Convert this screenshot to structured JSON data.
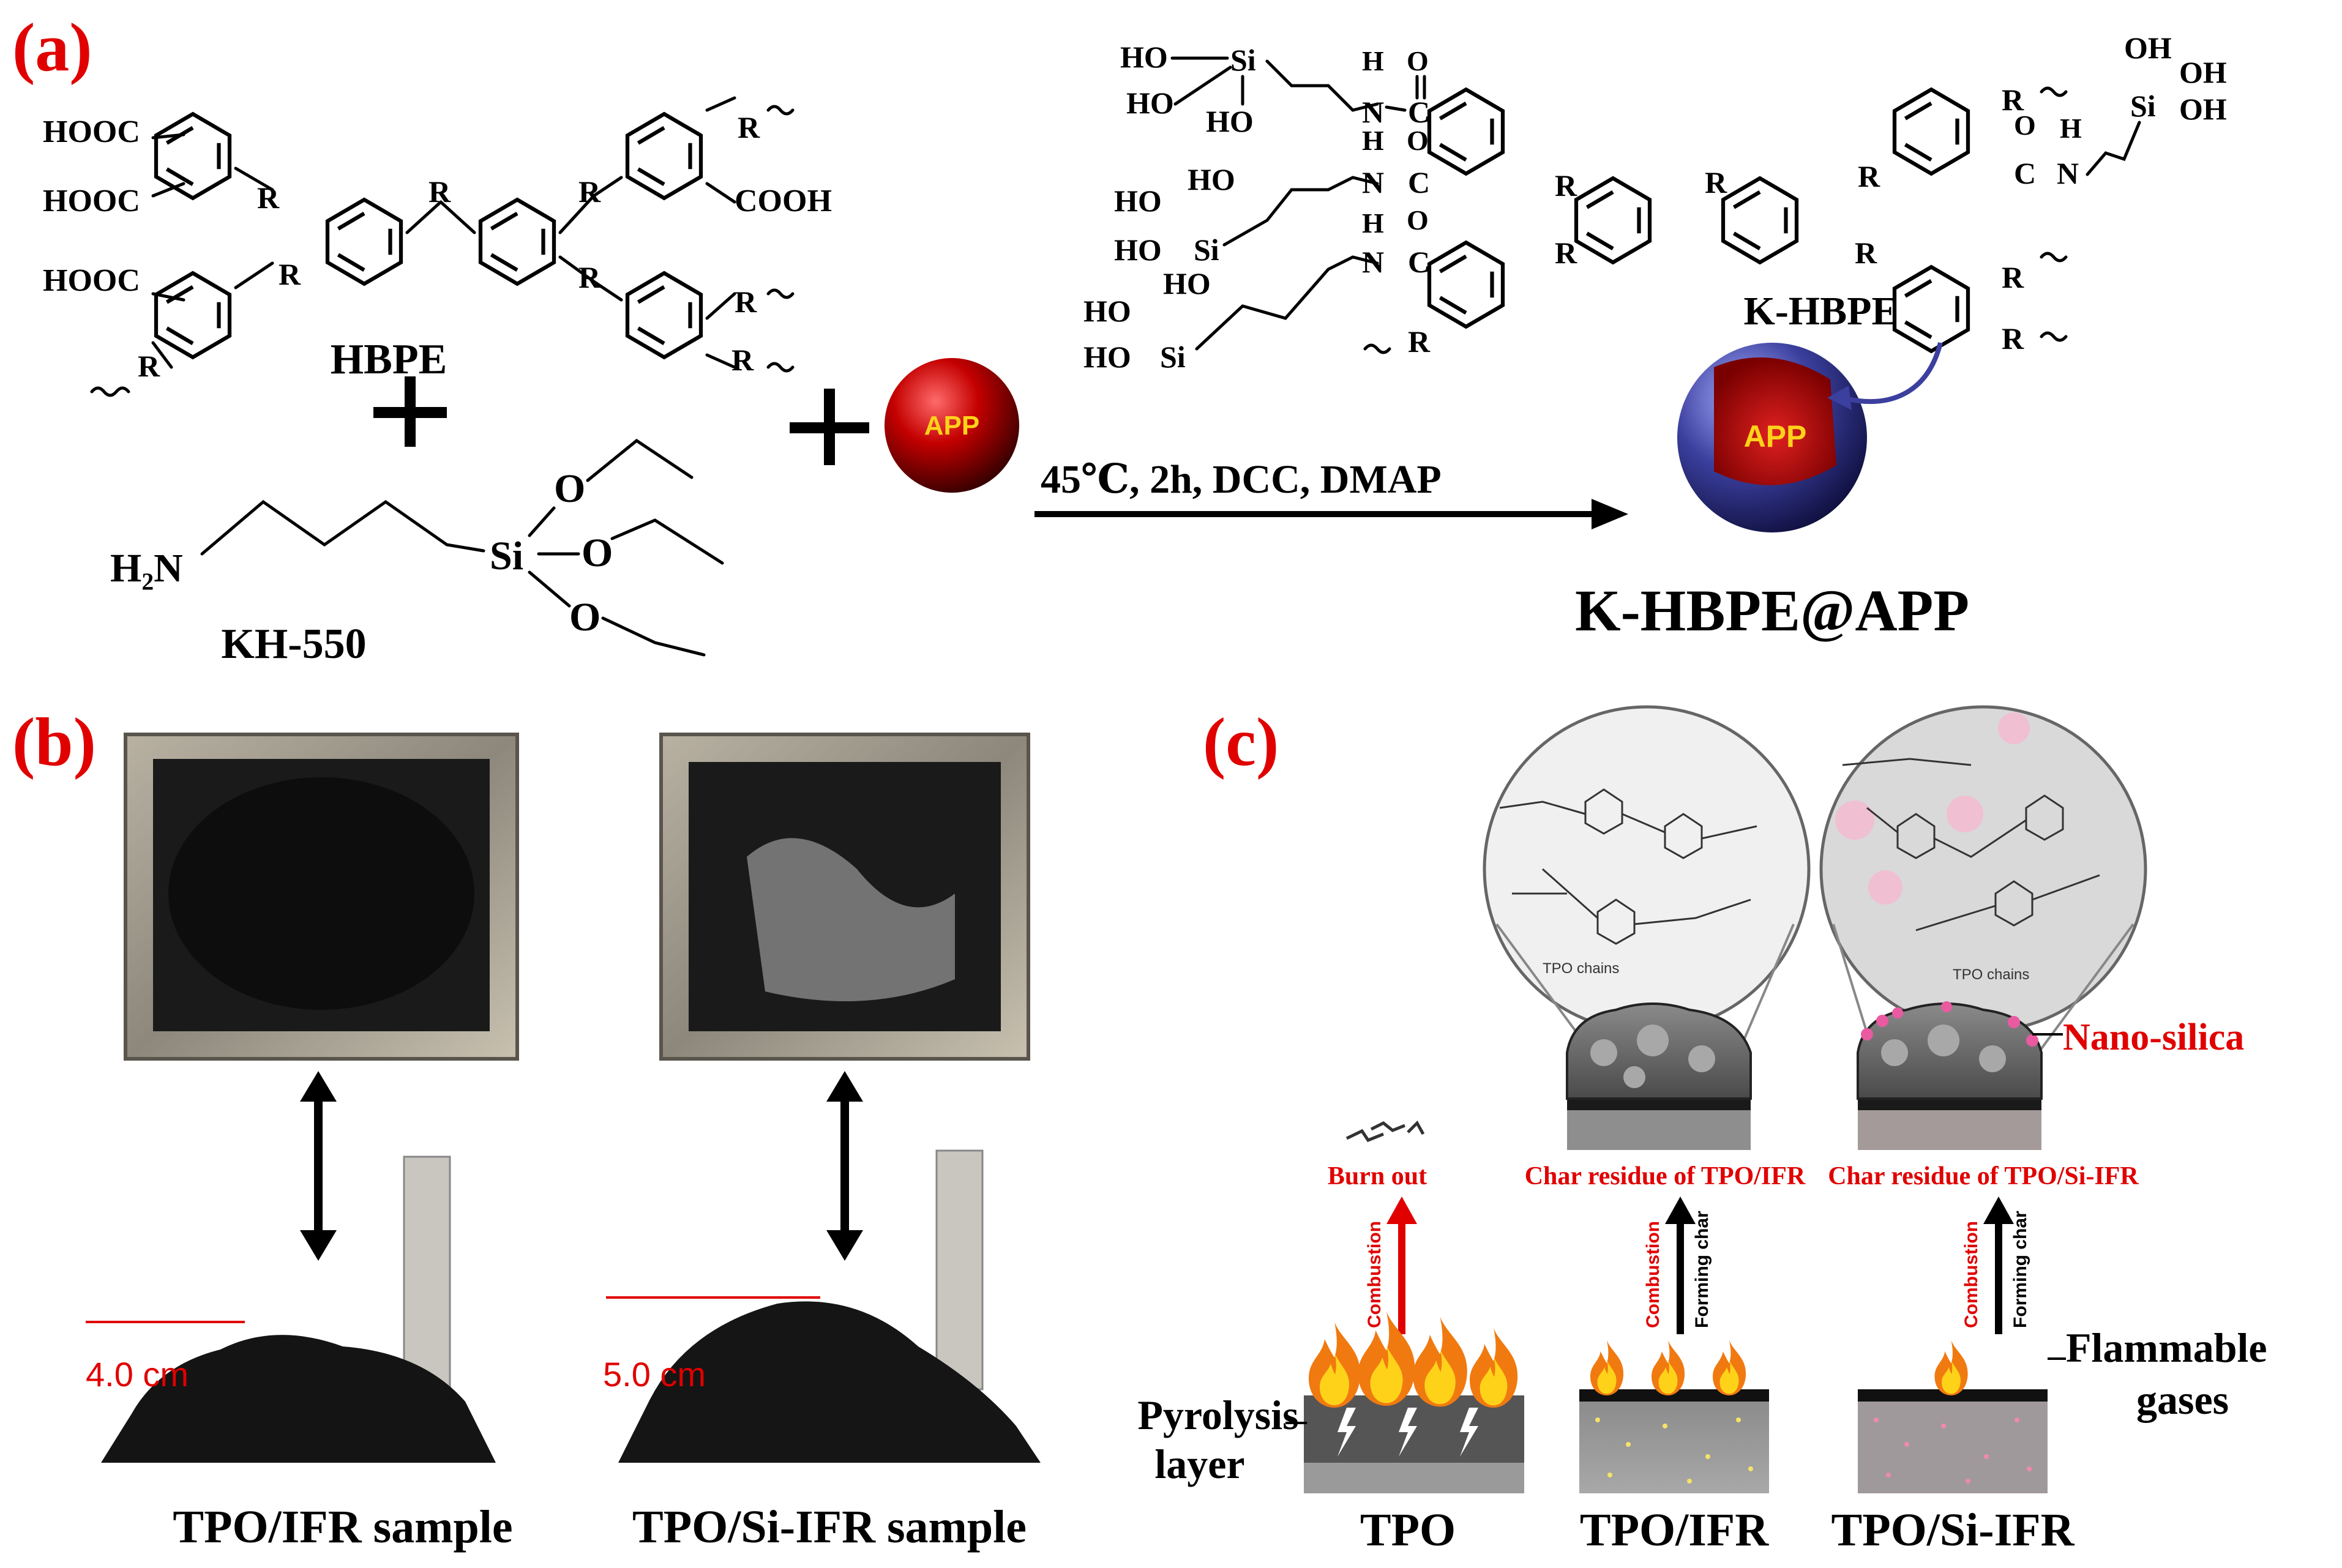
{
  "panels": {
    "a": {
      "tag": "(a)",
      "groups": {
        "hooc": "HOOC",
        "cooh": "COOH",
        "r": "R",
        "ho": "HO",
        "oh": "OH",
        "si": "Si",
        "o": "O",
        "n": "N",
        "h": "H",
        "c": "C",
        "h2n": "H₂N"
      },
      "hbpe_label": "HBPE",
      "kh550_label": "KH-550",
      "app_label": "APP",
      "reaction_conditions": "45℃, 2h, DCC, DMAP",
      "khbpe_label": "K-HBPE",
      "product_label": "K-HBPE@APP",
      "plus": "+"
    },
    "b": {
      "tag": "(b)",
      "left_height": "4.0 cm",
      "right_height": "5.0 cm",
      "left_caption": "TPO/IFR sample",
      "right_caption": "TPO/Si-IFR sample"
    },
    "c": {
      "tag": "(c)",
      "nano_silica": "Nano-silica",
      "burn_out": "Burn out",
      "char_ifr": "Char residue of TPO/IFR",
      "char_si_ifr": "Char residue of TPO/Si-IFR",
      "combustion": "Combustion",
      "forming_char": "Forming char",
      "flammable_gases_1": "Flammable",
      "flammable_gases_2": "gases",
      "pyrolysis_1": "Pyrolysis",
      "pyrolysis_2": "layer",
      "tpo": "TPO",
      "tpo_ifr": "TPO/IFR",
      "tpo_si_ifr": "TPO/Si-IFR",
      "tpo_chains": "TPO chains"
    }
  },
  "colors": {
    "panel_tag": "#e00000",
    "arrow_red": "#e00000",
    "khbpe_text": "#7b4fc6",
    "app_red": "#c40000",
    "shell_blue": "#3b3f9e",
    "char_gray": "#6e6e6e",
    "flame_orange": "#f07a10",
    "flame_yellow": "#ffd21a"
  }
}
